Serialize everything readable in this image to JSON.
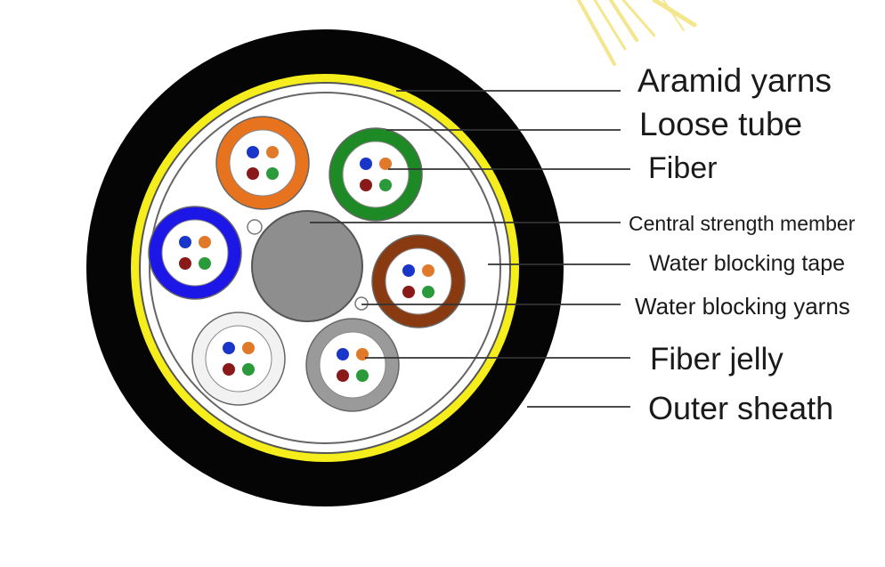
{
  "labels": {
    "aramid": "Aramid yarns",
    "loose_tube": "Loose tube",
    "fiber": "Fiber",
    "central_member": "Central strength member",
    "water_tape": "Water blocking tape",
    "water_yarns": "Water blocking yarns",
    "fiber_jelly": "Fiber jelly",
    "outer_sheath": "Outer sheath"
  },
  "colors": {
    "outer_sheath": "#050505",
    "aramid": "#f5ee1c",
    "central_member": "#8e8e8e",
    "tubes": [
      "#e8731f",
      "#1e8a26",
      "#1c17e6",
      "#8a3a10",
      "#f2f2f2",
      "#9a9a9a"
    ],
    "fibers": [
      "#1a36c8",
      "#e07a2a",
      "#8a1a1a",
      "#2a9a3a"
    ]
  }
}
